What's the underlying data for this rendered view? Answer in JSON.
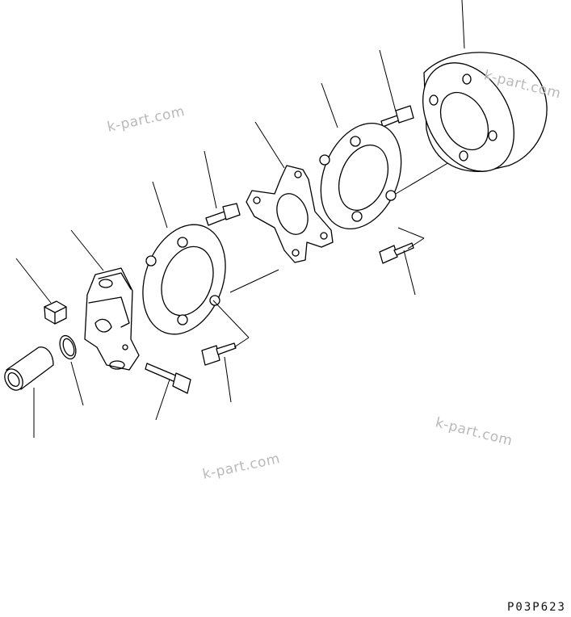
{
  "watermarks": [
    "k-part.com",
    "k-part.com",
    "k-part.com",
    "k-part.com"
  ],
  "drawing_code": "P03P623",
  "colors": {
    "line": "#000000",
    "watermark": "#b9b9b9",
    "background": "#ffffff"
  }
}
